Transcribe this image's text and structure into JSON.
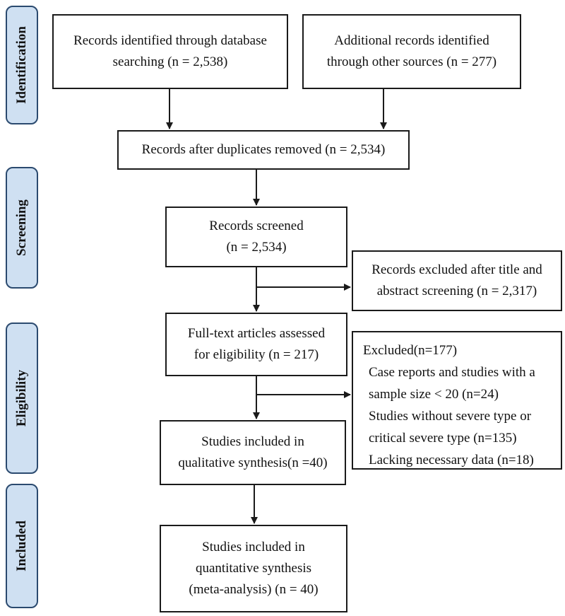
{
  "stages": [
    {
      "id": "identification",
      "label": "Identification"
    },
    {
      "id": "screening",
      "label": "Screening"
    },
    {
      "id": "eligibility",
      "label": "Eligibility"
    },
    {
      "id": "included",
      "label": "Included"
    }
  ],
  "boxes": {
    "database": {
      "line1": "Records identified through database",
      "line2": "searching (n = 2,538)"
    },
    "other_sources": {
      "line1": "Additional records identified",
      "line2": "through other sources (n = 277)"
    },
    "duplicates_removed": {
      "line1": "Records after duplicates removed (n = 2,534)"
    },
    "screened": {
      "line1": "Records screened",
      "line2": "(n = 2,534)"
    },
    "excluded_title": {
      "line1": "Records excluded after title and",
      "line2": "abstract screening (n = 2,317)"
    },
    "fulltext": {
      "line1": "Full-text articles assessed",
      "line2": "for eligibility (n = 217)"
    },
    "excluded_fulltext": {
      "header": "Excluded(n=177)",
      "reasons": [
        "Case reports and studies with a",
        "sample size < 20 (n=24)",
        "Studies without severe type or",
        "critical severe type (n=135)",
        "Lacking necessary data (n=18)"
      ]
    },
    "qualitative": {
      "line1": "Studies included in",
      "line2": "qualitative synthesis(n =40)"
    },
    "quantitative": {
      "line1": "Studies included in",
      "line2": "quantitative synthesis",
      "line3": "(meta-analysis) (n = 40)"
    }
  },
  "colors": {
    "stage_fill": "#cfe0f2",
    "stage_border": "#2b4a6f",
    "line": "#1a1a1a"
  }
}
